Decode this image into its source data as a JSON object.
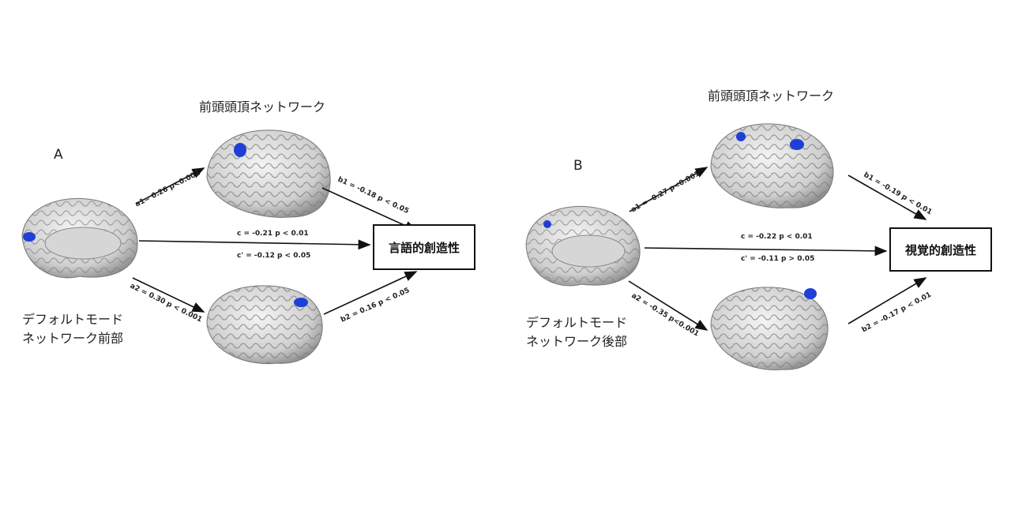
{
  "panelA": {
    "label": "A",
    "mediator_title": "前頭頭頂ネットワーク",
    "predictor_line1": "デフォルトモード",
    "predictor_line2": "ネットワーク前部",
    "outcome": "言語的創造性",
    "a1": "a1= 0.26 p<0.001",
    "b1": "b1 = -0.18 p < 0.05",
    "c": "c = -0.21 p < 0.01",
    "c_prime": "c' = -0.12 p < 0.05",
    "a2": "a2 = 0.30 p < 0.001",
    "b2": "b2 = 0.16 p < 0.05"
  },
  "panelB": {
    "label": "B",
    "mediator_title": "前頭頭頂ネットワーク",
    "predictor_line1": "デフォルトモード",
    "predictor_line2": "ネットワーク後部",
    "outcome": "視覚的創造性",
    "a1": "a1 = -0.27 p<0.001",
    "b1": "b1 = -0.19 p < 0.01",
    "c": "c = -0.22 p < 0.01",
    "c_prime": "c' = -0.11 p > 0.05",
    "a2": "a2 = -0.35 p<0.001",
    "b2": "b2 = -0.17 p < 0.01"
  },
  "colors": {
    "activation": "#1f3fd6",
    "brain": "#c9c9c9",
    "arrow": "#111111"
  }
}
